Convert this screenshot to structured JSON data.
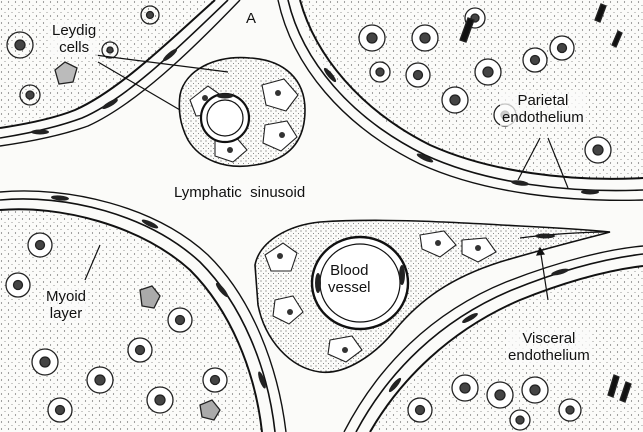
{
  "figure": {
    "panel_letter": "A",
    "labels": {
      "leydig_cells": [
        "Leydig",
        "cells"
      ],
      "parietal_endothelium": [
        "Parietal",
        "endothelium"
      ],
      "lymphatic_sinusoid": "Lymphatic  sinusoid",
      "myoid_layer": [
        "Myoid",
        "layer"
      ],
      "blood_vessel": [
        "Blood",
        "vessel"
      ],
      "visceral_endothelium": [
        "Visceral",
        "endothelium"
      ]
    }
  }
}
